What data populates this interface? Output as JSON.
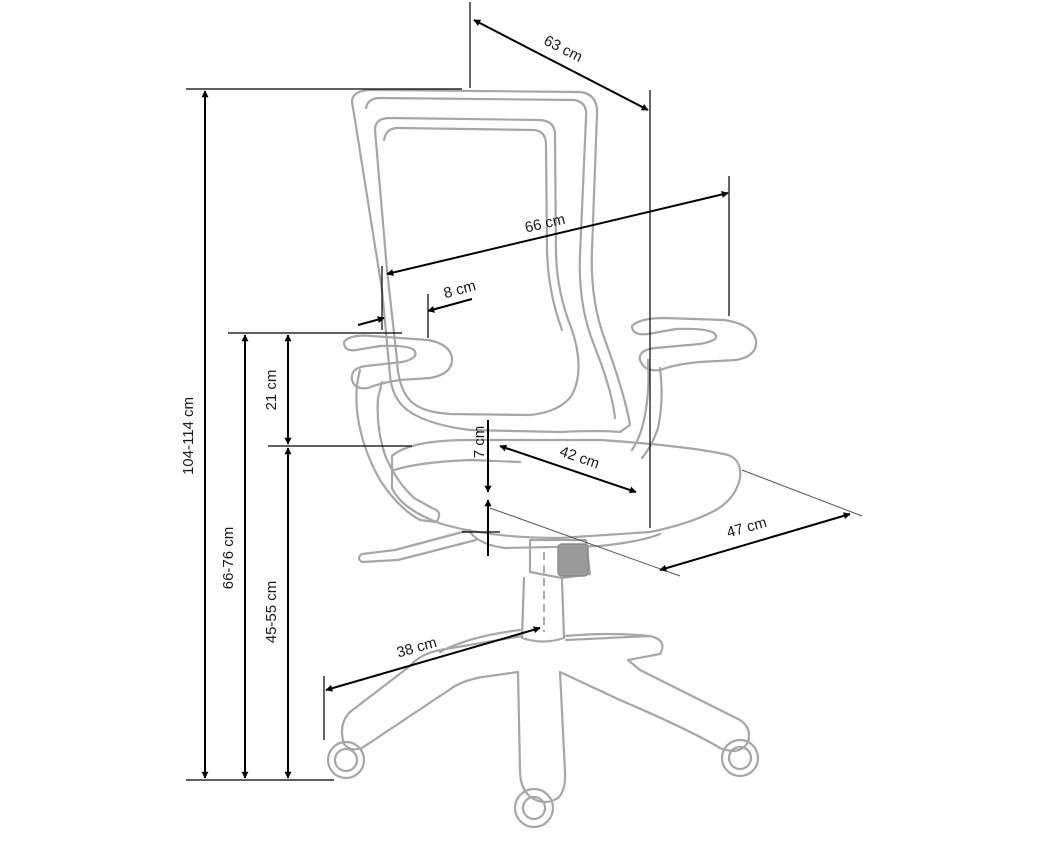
{
  "dimensions": {
    "overall_height": "104-114 cm",
    "armrest_height": "66-76 cm",
    "seat_height": "45-55 cm",
    "arm_above_seat": "21 cm",
    "seat_adjust": "7 cm",
    "depth": "63 cm",
    "width": "66 cm",
    "arm_width": "8 cm",
    "seat_depth": "42 cm",
    "seat_width": "47 cm",
    "base_radius": "38 cm"
  }
}
